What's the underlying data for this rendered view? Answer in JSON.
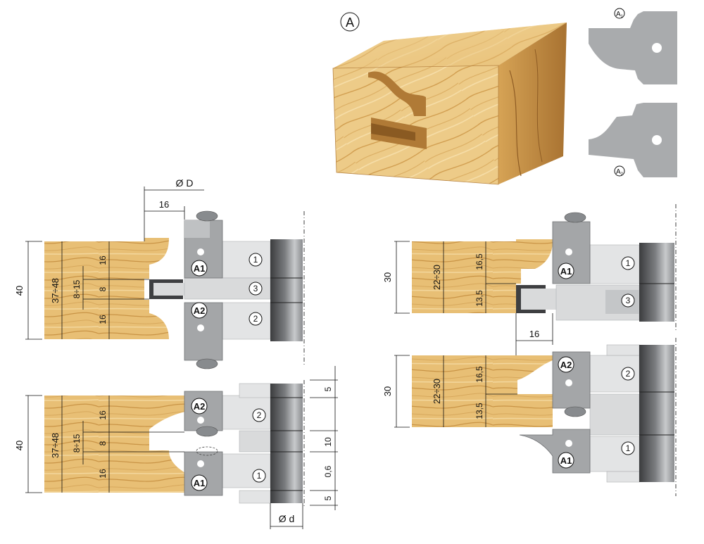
{
  "title_marker": "A",
  "profile_labels": {
    "a1": "A1",
    "a2": "A2"
  },
  "side_profiles": [
    {
      "label_letter": "A",
      "label_sub": "1"
    },
    {
      "label_letter": "A",
      "label_sub": "2"
    }
  ],
  "left_top": {
    "dims": {
      "diameter": "Ø D",
      "offset": "16",
      "overall": "40",
      "stock": "37÷48",
      "upper": "16",
      "groove": "8÷15",
      "slot": "8",
      "lower": "16"
    },
    "cutters": [
      "A1",
      "A2"
    ],
    "parts": [
      "1",
      "3",
      "2"
    ]
  },
  "left_bottom": {
    "dims": {
      "overall": "40",
      "stock": "37÷48",
      "upper": "16",
      "groove": "8÷15",
      "slot": "8",
      "lower": "16",
      "bore": "Ø d"
    },
    "stack": [
      "5",
      "10",
      "0,6",
      "5"
    ],
    "cutters": [
      "A2",
      "A1"
    ],
    "parts": [
      "2",
      "1"
    ]
  },
  "right_top": {
    "dims": {
      "overall": "30",
      "stock": "22÷30",
      "upper": "16,5",
      "lower": "13,5",
      "offset": "16"
    },
    "cutters": [
      "A1"
    ],
    "parts": [
      "1",
      "3"
    ]
  },
  "right_bottom": {
    "dims": {
      "overall": "30",
      "stock": "22÷30",
      "upper": "16,5",
      "lower": "13,5"
    },
    "cutters": [
      "A2",
      "A1"
    ],
    "parts": [
      "2",
      "1"
    ]
  },
  "colors": {
    "wood": "#e8bf75",
    "wood_dark": "#c99446",
    "steel": "#a4a6a8",
    "spindle": "#4a4b4d"
  }
}
